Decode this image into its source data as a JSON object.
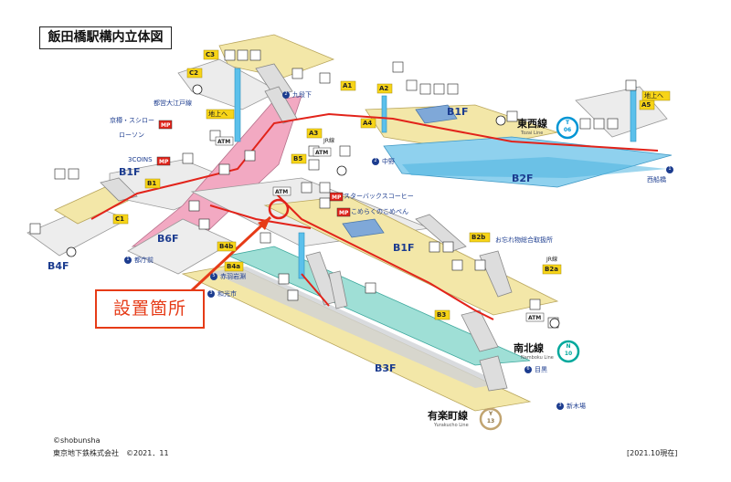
{
  "title": "飯田橋駅構内立体図",
  "install_label": "設置箇所",
  "floors": {
    "b1f_left": "B1F",
    "b1f_right": "B1F",
    "b1f_center": "B1F",
    "b2f": "B2F",
    "b3f": "B3F",
    "b4f": "B4F",
    "b6f": "B6F"
  },
  "exits": {
    "a1": "A1",
    "a2": "A2",
    "a3": "A3",
    "a4": "A4",
    "a5": "A5",
    "b1": "B1",
    "b2a": "B2a",
    "b2b": "B2b",
    "b3": "B3",
    "b4a": "B4a",
    "b4b": "B4b",
    "b5": "B5",
    "c1": "C1",
    "c2": "C2",
    "c3": "C3"
  },
  "lines": {
    "tozai": {
      "name": "東西線",
      "roman": "Tozai Line",
      "code_letter": "T",
      "code_number": "06",
      "color": "#0095d4"
    },
    "namboku": {
      "name": "南北線",
      "roman": "Namboku Line",
      "code_letter": "N",
      "code_number": "10",
      "color": "#00a89c"
    },
    "yurakucho": {
      "name": "有楽町線",
      "roman": "Yurakucho Line",
      "code_letter": "Y",
      "code_number": "13",
      "color": "#c1a470"
    },
    "oedo_color": "#d8306a"
  },
  "labels": {
    "chijoue1": "地上へ",
    "chijoue2": "地上へ",
    "oedo_transfer": "都営大江戸線",
    "jr_small": "JR線",
    "jr_line": "JR線",
    "lost_found": "お忘れ物総合取扱所",
    "starbucks": "スターバックスコーヒー",
    "komeda": "こめらくのこめぺん",
    "threecoins": "3COINS",
    "kyobashi": "京樽・スシロー",
    "lawson": "ローソン",
    "atm": "ATM",
    "mp": "MP"
  },
  "directions": {
    "kudanshita": "九段下",
    "nakano": "中野",
    "nishifunabashi": "西船橋",
    "tochomae": "都庁前",
    "akabane": "赤羽岩淵",
    "wakoshi": "和光市",
    "meguro": "目黒",
    "shinkiba": "新木場"
  },
  "direction_numbers": {
    "kudanshita": "2",
    "nakano": "2",
    "nishifunabashi": "1",
    "tochomae": "1",
    "akabane": "5",
    "wakoshi": "3",
    "meguro": "6",
    "shinkiba": "3"
  },
  "footer": {
    "copyright_shobunsha": "©shobunsha",
    "company": "東京地下鉄株式会社　©2021．11",
    "as_of": "[2021.10現在]"
  },
  "colors": {
    "platform_yellow": "#f3e7a8",
    "platform_grey": "#cfd2d6",
    "oedo_pink": "#f2a9c2",
    "tozai_blue": "#8fd1ee",
    "namboku_teal": "#9fdfd6",
    "route_red": "#e2231a",
    "elevator_blue": "#5bc0eb",
    "marker_red": "#e2231a",
    "exit_yellow": "#f7d417"
  }
}
